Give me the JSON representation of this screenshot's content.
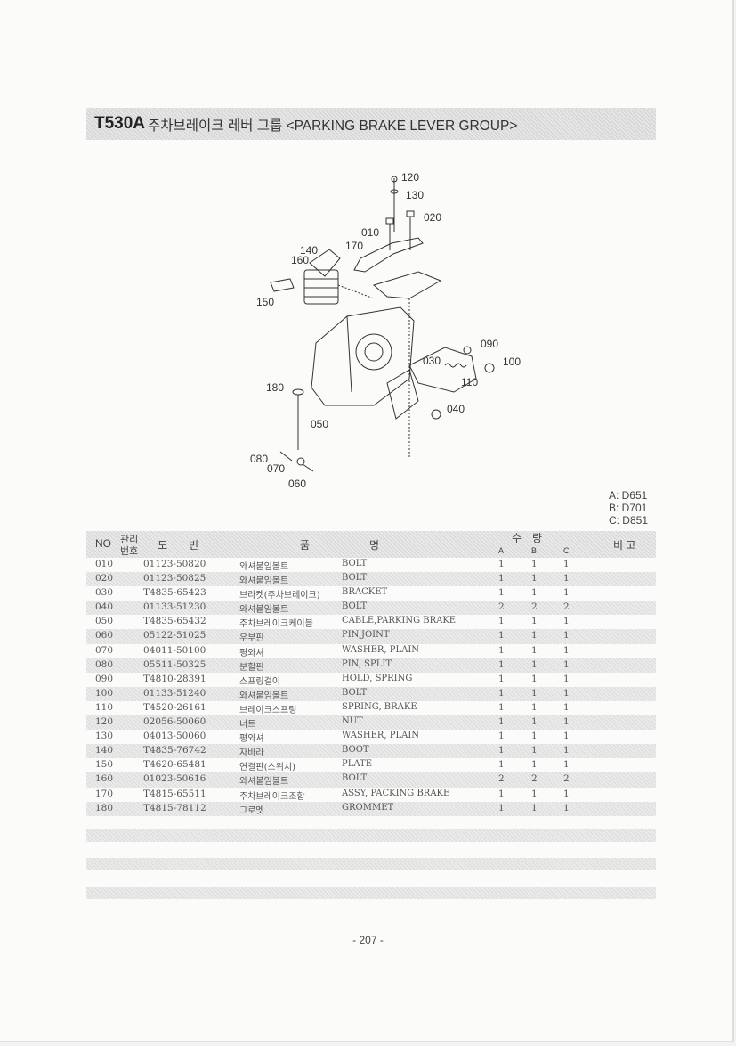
{
  "header": {
    "code": "T530A",
    "title": "주차브레이크 레버 그룹 <PARKING BRAKE LEVER GROUP>"
  },
  "diagram": {
    "callouts": [
      "120",
      "130",
      "020",
      "010",
      "170",
      "140",
      "160",
      "150",
      "090",
      "100",
      "030",
      "110",
      "040",
      "180",
      "050",
      "080",
      "070",
      "060"
    ]
  },
  "models": [
    "A: D651",
    "B: D701",
    "C: D851"
  ],
  "table": {
    "headers": {
      "no": "NO",
      "mgmt_top": "관리",
      "mgmt_bottom": "번호",
      "drawing": "도　　번",
      "name_a": "품",
      "name_b": "명",
      "qty": "수　량",
      "col_a": "A",
      "col_b": "B",
      "col_c": "C",
      "remarks": "비 고"
    },
    "rows": [
      {
        "no": "010",
        "pn": "01123-50820",
        "kr": "와셔붙임볼트",
        "en": "BOLT",
        "a": "1",
        "b": "1",
        "c": "1"
      },
      {
        "no": "020",
        "pn": "01123-50825",
        "kr": "와셔붙임볼트",
        "en": "BOLT",
        "a": "1",
        "b": "1",
        "c": "1"
      },
      {
        "no": "030",
        "pn": "T4835-65423",
        "kr": "브라켓(주차브레이크)",
        "en": "BRACKET",
        "a": "1",
        "b": "1",
        "c": "1"
      },
      {
        "no": "040",
        "pn": "01133-51230",
        "kr": "와셔붙임볼트",
        "en": "BOLT",
        "a": "2",
        "b": "2",
        "c": "2"
      },
      {
        "no": "050",
        "pn": "T4835-65432",
        "kr": "주차브레이크케이블",
        "en": "CABLE,PARKING BRAKE",
        "a": "1",
        "b": "1",
        "c": "1"
      },
      {
        "no": "060",
        "pn": "05122-51025",
        "kr": "우부핀",
        "en": "PIN,JOINT",
        "a": "1",
        "b": "1",
        "c": "1"
      },
      {
        "no": "070",
        "pn": "04011-50100",
        "kr": "평와셔",
        "en": "WASHER, PLAIN",
        "a": "1",
        "b": "1",
        "c": "1"
      },
      {
        "no": "080",
        "pn": "05511-50325",
        "kr": "분할핀",
        "en": "PIN, SPLIT",
        "a": "1",
        "b": "1",
        "c": "1"
      },
      {
        "no": "090",
        "pn": "T4810-28391",
        "kr": "스프링걸이",
        "en": "HOLD, SPRING",
        "a": "1",
        "b": "1",
        "c": "1"
      },
      {
        "no": "100",
        "pn": "01133-51240",
        "kr": "와셔붙임볼트",
        "en": "BOLT",
        "a": "1",
        "b": "1",
        "c": "1"
      },
      {
        "no": "110",
        "pn": "T4520-26161",
        "kr": "브레이크스프링",
        "en": "SPRING, BRAKE",
        "a": "1",
        "b": "1",
        "c": "1"
      },
      {
        "no": "120",
        "pn": "02056-50060",
        "kr": "너트",
        "en": "NUT",
        "a": "1",
        "b": "1",
        "c": "1"
      },
      {
        "no": "130",
        "pn": "04013-50060",
        "kr": "평와셔",
        "en": "WASHER, PLAIN",
        "a": "1",
        "b": "1",
        "c": "1"
      },
      {
        "no": "140",
        "pn": "T4835-76742",
        "kr": "자바라",
        "en": "BOOT",
        "a": "1",
        "b": "1",
        "c": "1"
      },
      {
        "no": "150",
        "pn": "T4620-65481",
        "kr": "연결판(스위치)",
        "en": "PLATE",
        "a": "1",
        "b": "1",
        "c": "1"
      },
      {
        "no": "160",
        "pn": "01023-50616",
        "kr": "와셔붙임볼트",
        "en": "BOLT",
        "a": "2",
        "b": "2",
        "c": "2"
      },
      {
        "no": "170",
        "pn": "T4815-65511",
        "kr": "주차브레이크조합",
        "en": "ASSY, PACKING BRAKE",
        "a": "1",
        "b": "1",
        "c": "1"
      },
      {
        "no": "180",
        "pn": "T4815-78112",
        "kr": "그로멧",
        "en": "GROMMET",
        "a": "1",
        "b": "1",
        "c": "1"
      }
    ]
  },
  "footer": {
    "page": "- 207 -"
  }
}
